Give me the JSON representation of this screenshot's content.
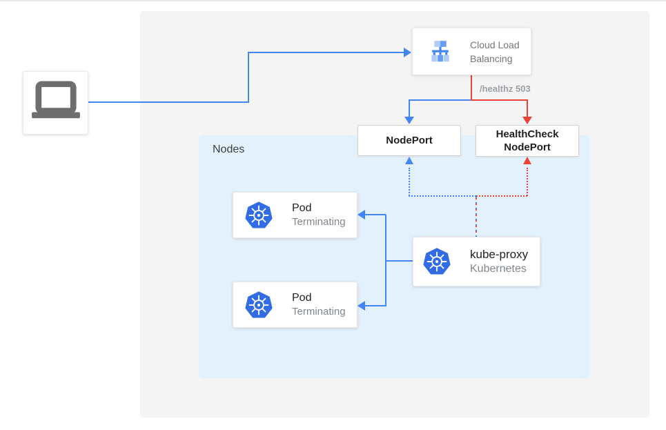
{
  "colors": {
    "blue": "#4285F4",
    "red": "#EA4335",
    "outer_panel": "#F4F4F4",
    "nodes_panel": "#E3F1FC",
    "kubernetes_blue": "#326CE5",
    "gray_text": "#757575"
  },
  "client": {
    "icon": "laptop-icon"
  },
  "load_balancer": {
    "label": "Cloud Load Balancing",
    "icon": "cloud-load-balancing-icon"
  },
  "healthz_badge": "/healthz 503",
  "nodes_panel": {
    "label": "Nodes"
  },
  "nodeport": {
    "label": "NodePort"
  },
  "healthcheck_nodeport": {
    "line1": "HealthCheck",
    "line2": "NodePort"
  },
  "pods": [
    {
      "title": "Pod",
      "status": "Terminating"
    },
    {
      "title": "Pod",
      "status": "Terminating"
    }
  ],
  "kube_proxy": {
    "title": "kube-proxy",
    "subtitle": "Kubernetes"
  }
}
